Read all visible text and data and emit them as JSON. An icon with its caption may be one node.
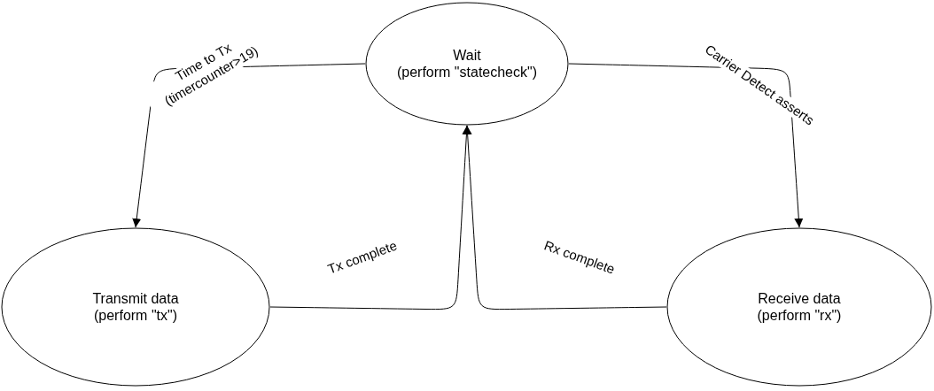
{
  "diagram": {
    "nodes": [
      {
        "text": [
          "Wait",
          "(perform \"statecheck\")"
        ]
      },
      {
        "text": [
          "Transmit data",
          "(perform \"tx\")"
        ]
      },
      {
        "text": [
          "Receive data",
          "(perform \"rx\")"
        ]
      }
    ],
    "edges": [
      {
        "from": 0,
        "to": 1,
        "arrow": "to",
        "label": "Time to Tx (timercounter>19)"
      },
      {
        "from": 0,
        "to": 2,
        "arrow": "to",
        "label": "Carrier Detect asserts"
      },
      {
        "from": 1,
        "to": 0,
        "arrow": "to",
        "label": "Tx complete"
      },
      {
        "from": 2,
        "to": 0,
        "arrow": "to",
        "label": "Rx complete"
      }
    ]
  }
}
